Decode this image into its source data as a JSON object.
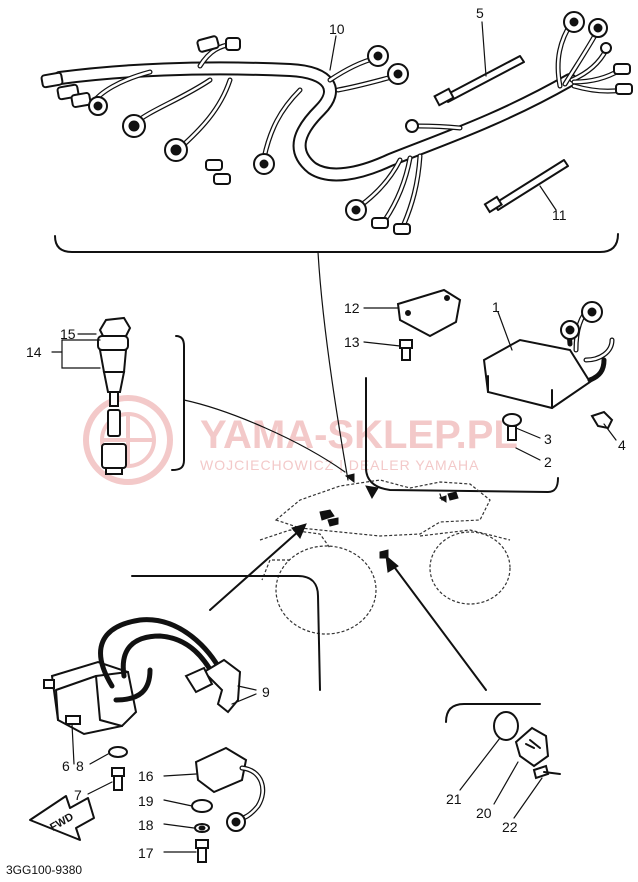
{
  "diagram_code": "3GG100-9380",
  "fwd_label": "FWD",
  "watermark": {
    "brand": "YAMA-SKLEP.PL",
    "subtitle": "WOJCIECHOWICZ | DEALER YAMAHA"
  },
  "callouts": {
    "c1": "1",
    "c2": "2",
    "c3": "3",
    "c4": "4",
    "c5": "5",
    "c6": "6",
    "c7": "7",
    "c8": "8",
    "c9": "9",
    "c10": "10",
    "c11": "11",
    "c12": "12",
    "c13": "13",
    "c14": "14",
    "c15": "15",
    "c16": "16",
    "c17": "17",
    "c18": "18",
    "c19": "19",
    "c20": "20",
    "c21": "21",
    "c22": "22"
  }
}
